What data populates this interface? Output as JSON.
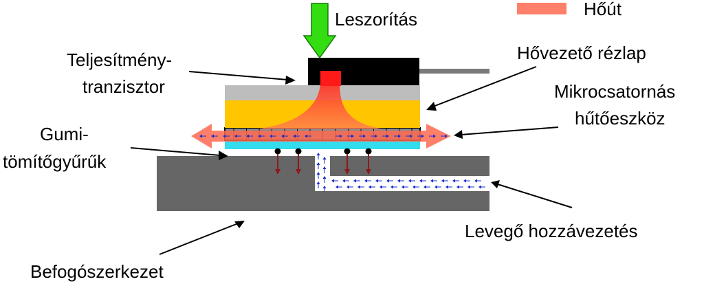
{
  "labels": {
    "clamping": "Leszorítás",
    "heat_flow": "Hőút",
    "transistor_line1": "Teljesítmény-",
    "transistor_line2": "tranzisztor",
    "heat_spreader": "Hővezető rézlap",
    "microchannel_line1": "Mikrocsatornás",
    "microchannel_line2": "hűtőeszköz",
    "gasket_line1": "Gumi-",
    "gasket_line2": "tömítőgyűrűk",
    "air_supply": "Levegő hozzávezetés",
    "fixture": "Befogószerkezet"
  },
  "colors": {
    "clamp_arrow": "#33dd11",
    "heat_path": "#ff6a50",
    "heat_source": "#ff1a1a",
    "transistor_body": "#000000",
    "lead": "#7a7a7a",
    "top_plate": "#bdbdbd",
    "copper_plate": "#ffc600",
    "microchannel": "#8a8a8a",
    "gasket": "#33ddee",
    "fixture": "#666666",
    "air_arrows": "#1a2ccc",
    "pressure_arrows": "#8a1a1a",
    "air_channel": "#ffffff"
  }
}
